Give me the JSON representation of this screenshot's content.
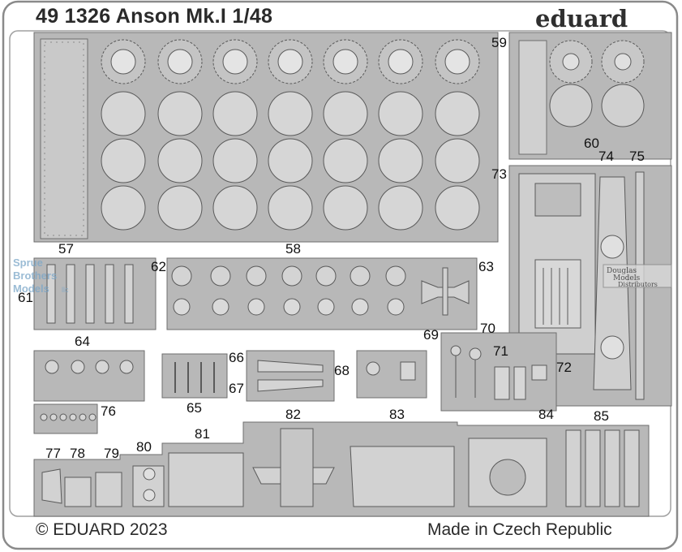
{
  "sheet": {
    "title": "49 1326 Anson Mk.I 1/48",
    "brand": "eduard",
    "copyright": "© EDUARD 2023",
    "origin": "Made in Czech Republic"
  },
  "parts": [
    "57",
    "58",
    "59",
    "60",
    "61",
    "62",
    "63",
    "64",
    "65",
    "66",
    "67",
    "68",
    "69",
    "70",
    "71",
    "72",
    "73",
    "74",
    "75",
    "76",
    "77",
    "78",
    "79",
    "80",
    "81",
    "82",
    "83",
    "84",
    "85"
  ],
  "watermarks": {
    "left": [
      "Sprue",
      "Brothers",
      "Models",
      "llc"
    ],
    "right": [
      "Douglas",
      "Models",
      "Distributors"
    ]
  },
  "colors": {
    "fret": "#b8b8b8",
    "fret_edge": "#6e6e6e",
    "part_light": "#cfcfcf",
    "frame": "#8a8a8a",
    "text": "#1c1c1c"
  }
}
